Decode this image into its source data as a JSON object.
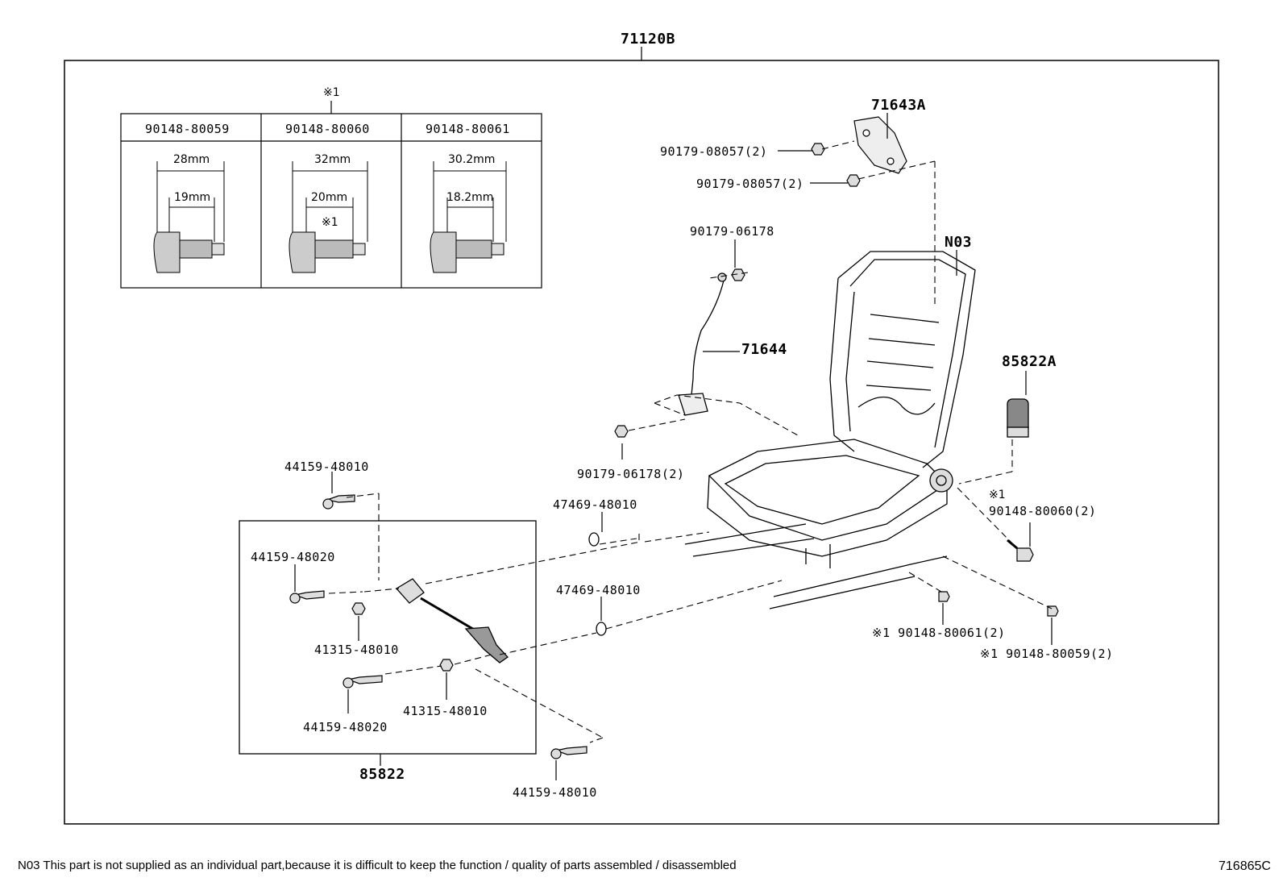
{
  "assembly_label": "71120B",
  "bolt_table": {
    "marker": "※1",
    "columns": [
      {
        "part": "90148-80059",
        "outer_dim": "28mm",
        "inner_dim": "19mm",
        "marker": ""
      },
      {
        "part": "90148-80060",
        "outer_dim": "32mm",
        "inner_dim": "20mm",
        "marker": "※1"
      },
      {
        "part": "90148-80061",
        "outer_dim": "30.2mm",
        "inner_dim": "18.2mm",
        "marker": ""
      }
    ]
  },
  "callouts": {
    "c71643a": "71643A",
    "c90179_08057_a": "90179-08057(2)",
    "c90179_08057_b": "90179-08057(2)",
    "cN03": "N03",
    "c90179_06178": "90179-06178",
    "c71644": "71644",
    "c85822a": "85822A",
    "c90179_06178_2": "90179-06178(2)",
    "c47469_a": "47469-48010",
    "c47469_b": "47469-48010",
    "c44159_48010_top": "44159-48010",
    "c44159_48020_a": "44159-48020",
    "c41315_a": "41315-48010",
    "c44159_48020_b": "44159-48020",
    "c41315_b": "41315-48010",
    "c85822": "85822",
    "c44159_48010_bottom": "44159-48010",
    "c90148_80060_marker": "※1",
    "c90148_80060": "90148-80060(2)",
    "c90148_80061": "※1 90148-80061(2)",
    "c90148_80059": "※1 90148-80059(2)"
  },
  "footer": {
    "note": "N03 This part is not supplied as an individual part,because it is difficult to keep the function / quality of parts assembled / disassembled",
    "diagram_code": "716865C"
  }
}
